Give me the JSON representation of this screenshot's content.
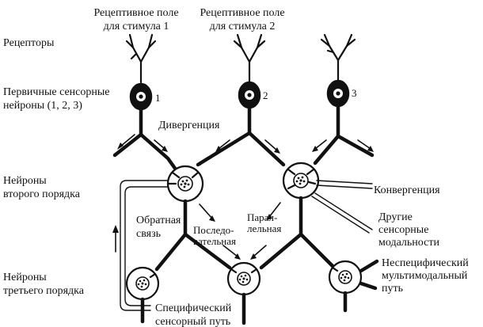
{
  "labels": {
    "rf1": [
      "Рецептивное поле",
      "для стимула 1"
    ],
    "rf2": [
      "Рецептивное поле",
      "для стимула 2"
    ],
    "receptors": "Рецепторы",
    "primary": [
      "Первичные сенсорные",
      "нейроны (1, 2, 3)"
    ],
    "second": [
      "Нейроны",
      "второго порядка"
    ],
    "third": [
      "Нейроны",
      "третьего порядка"
    ],
    "divergence": "Дивергенция",
    "convergence": "Конвергенция",
    "feedback": [
      "Обратная",
      "связь"
    ],
    "serial": [
      "Последо-",
      "вательная"
    ],
    "parallel": [
      "Парал-",
      "лельная"
    ],
    "other": [
      "Другие",
      "сенсорные",
      "модальности"
    ],
    "specific": [
      "Специфический",
      "сенсорный путь"
    ],
    "nonspecific": [
      "Неспецифический",
      "мультимодальный",
      "путь"
    ],
    "n1": "1",
    "n2": "2",
    "n3": "3"
  }
}
